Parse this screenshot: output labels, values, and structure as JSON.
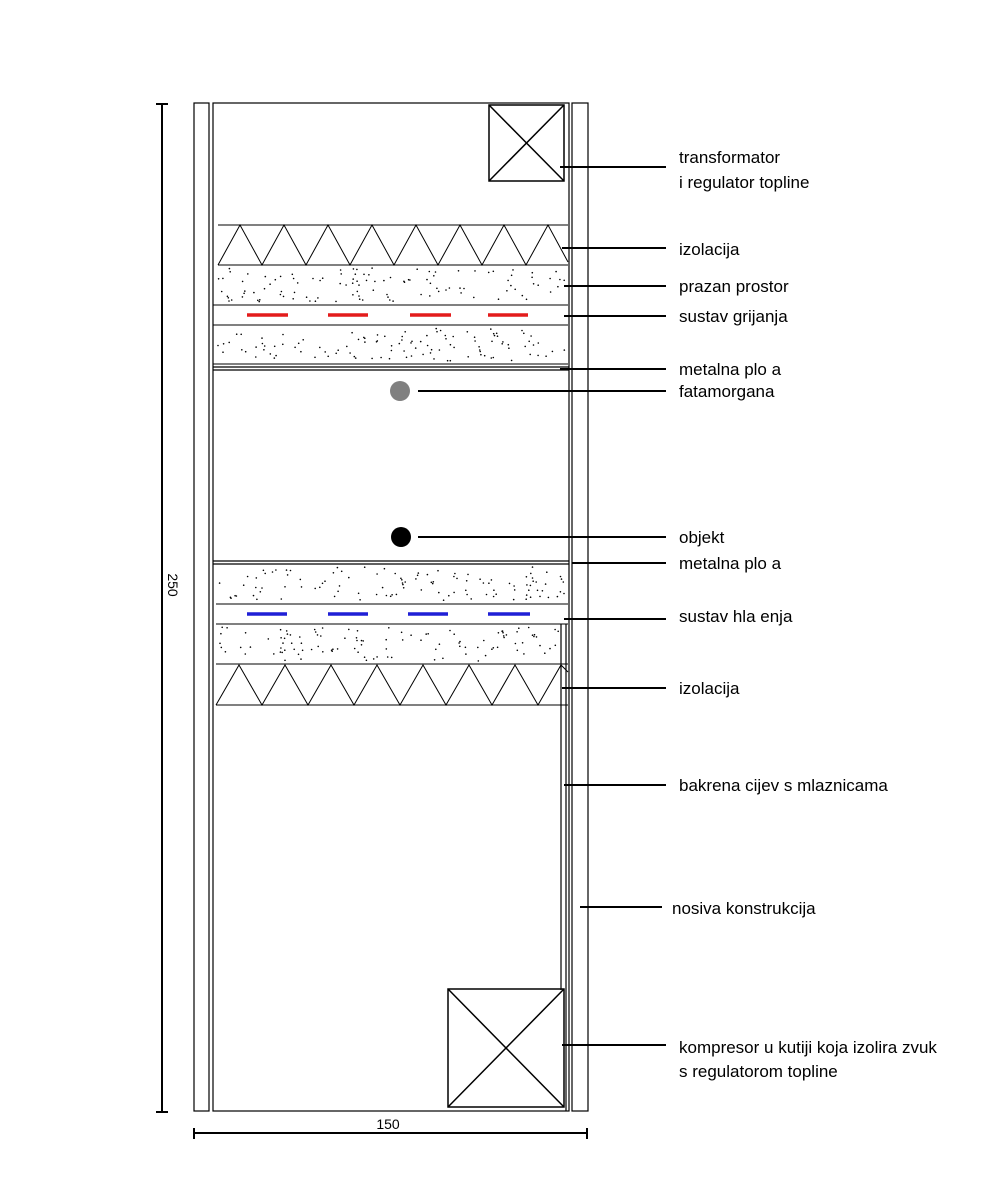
{
  "dimensions": {
    "height": "250",
    "width": "150"
  },
  "labels": {
    "transformer_line1": "transformator",
    "transformer_line2": "i regulator topline",
    "insulation_top": "izolacija",
    "empty_space": "prazan prostor",
    "heating_system": "sustav grijanja",
    "metal_plate_top": "metalna plo  a",
    "mirage": "fatamorgana",
    "object": "objekt",
    "metal_plate_bottom": "metalna plo  a",
    "cooling_system": "sustav hla   enja",
    "insulation_bottom": "izolacija",
    "copper_pipe": "bakrena cijev s mlaznicama",
    "support_structure": "nosiva konstrukcija",
    "compressor_line1": "kompresor u kutiji koja izolira zvuk",
    "compressor_line2": "s regulatorom topline"
  },
  "colors": {
    "heating": "#e31b1b",
    "cooling": "#1f1fd6",
    "mirage_dot": "#808080",
    "object_dot": "#000000",
    "line": "#000000"
  }
}
